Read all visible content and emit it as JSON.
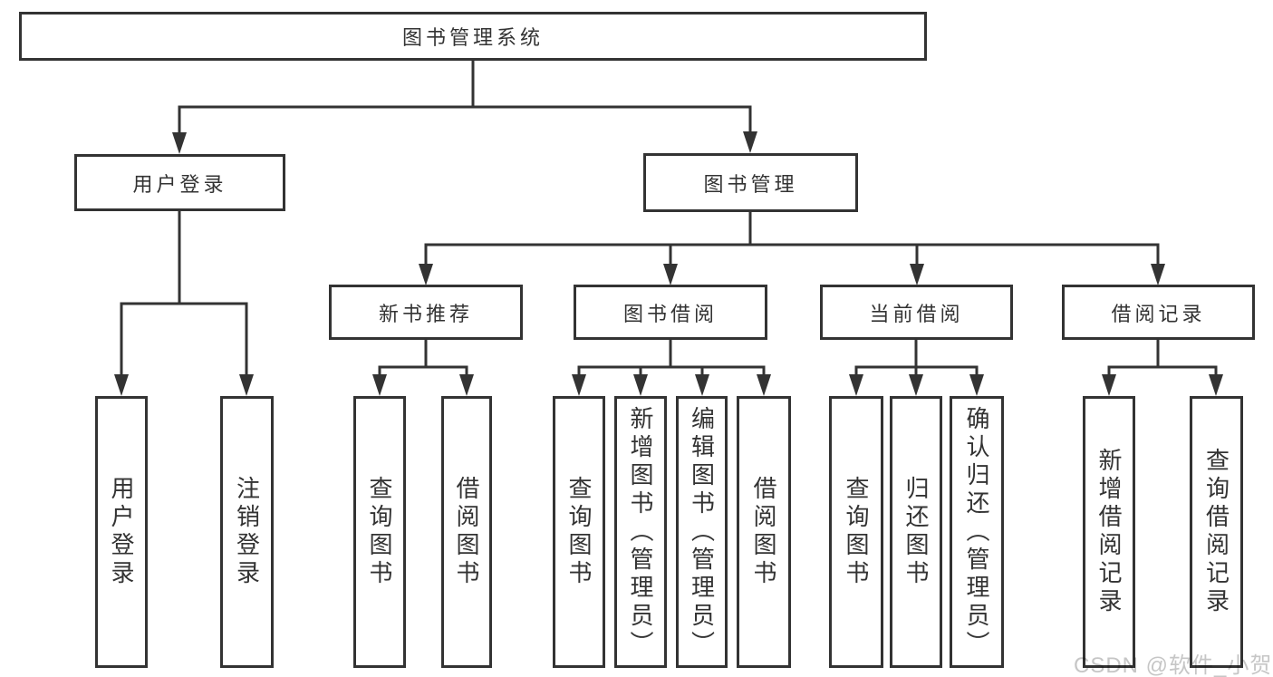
{
  "diagram": {
    "root": {
      "label": "图书管理系统"
    },
    "level2": [
      {
        "label": "用户登录"
      },
      {
        "label": "图书管理"
      }
    ],
    "level3": [
      {
        "label": "新书推荐"
      },
      {
        "label": "图书借阅"
      },
      {
        "label": "当前借阅"
      },
      {
        "label": "借阅记录"
      }
    ],
    "leaves": {
      "user_login": [
        {
          "label": "用户登录"
        },
        {
          "label": "注销登录"
        }
      ],
      "new_book": [
        {
          "label": "查询图书"
        },
        {
          "label": "借阅图书"
        }
      ],
      "book_borrow": [
        {
          "label": "查询图书"
        },
        {
          "label": "新增图书（管理员）"
        },
        {
          "label": "编辑图书（管理员）"
        },
        {
          "label": "借阅图书"
        }
      ],
      "current_borrow": [
        {
          "label": "查询图书"
        },
        {
          "label": "归还图书"
        },
        {
          "label": "确认归还（管理员）"
        }
      ],
      "borrow_record": [
        {
          "label": "新增借阅记录"
        },
        {
          "label": "查询借阅记录"
        }
      ]
    }
  },
  "watermark": {
    "text": "CSDN @软件_小贺同学",
    "color": "#c6c6c6"
  },
  "colors": {
    "line": "#333333",
    "text": "#333333",
    "background": "#ffffff"
  }
}
